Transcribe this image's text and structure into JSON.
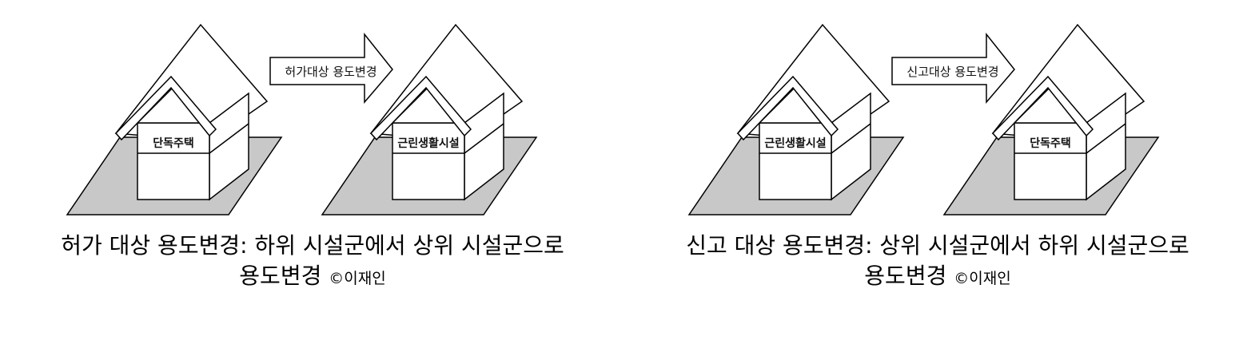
{
  "panels": [
    {
      "from_label": "단독주택",
      "arrow_label": "허가대상 용도변경",
      "to_label": "근린생활시설",
      "caption_line1": "허가 대상 용도변경: 하위 시설군에서 상위 시설군으로",
      "caption_line2": "용도변경",
      "copyright": "©이재인"
    },
    {
      "from_label": "근린생활시설",
      "arrow_label": "신고대상 용도변경",
      "to_label": "단독주택",
      "caption_line1": "신고 대상 용도변경: 상위 시설군에서 하위 시설군으로",
      "caption_line2": "용도변경",
      "copyright": "©이재인"
    }
  ],
  "colors": {
    "ground": "#c8c8c8",
    "line": "#000000",
    "fill": "#ffffff"
  }
}
